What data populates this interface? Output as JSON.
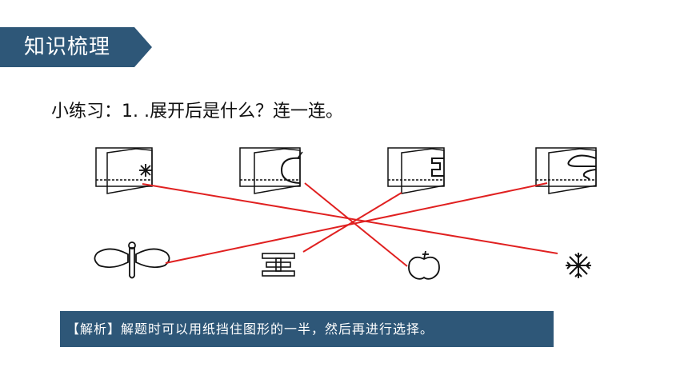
{
  "header": {
    "title": "知识梳理",
    "color": "#2e5778"
  },
  "question": {
    "text": "小练习：1. .展开后是什么？连一连。"
  },
  "answer": {
    "text": "【解析】解题时可以用纸挡住图形的一半，然后再进行选择。",
    "background": "#2e5778"
  },
  "connections_color": "#e02020",
  "folded_papers": [
    {
      "icon": "folded-paper-snowflake-icon"
    },
    {
      "icon": "folded-paper-apple-icon"
    },
    {
      "icon": "folded-paper-wang-icon"
    },
    {
      "icon": "folded-paper-dragonfly-icon"
    }
  ],
  "shapes": [
    {
      "icon": "dragonfly-icon"
    },
    {
      "icon": "wang-character-icon"
    },
    {
      "icon": "apple-icon"
    },
    {
      "icon": "snowflake-icon"
    }
  ]
}
